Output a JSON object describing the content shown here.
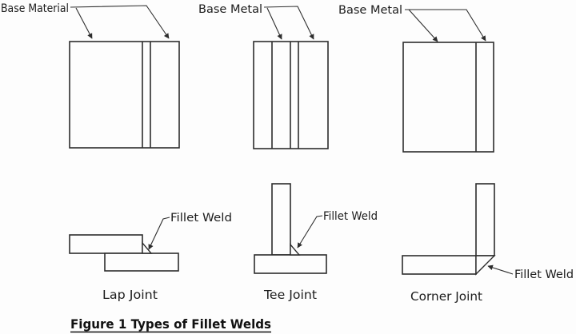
{
  "figure": {
    "caption": "Figure 1 Types of Fillet Welds"
  },
  "top_row": {
    "lap_base_label": "Base Material",
    "tee_base_label": "Base Metal",
    "corner_base_label": "Base Metal"
  },
  "bottom_row": {
    "lap": {
      "weld_label": "Fillet Weld",
      "joint_name": "Lap Joint"
    },
    "tee": {
      "weld_label": "Fillet Weld",
      "joint_name": "Tee Joint"
    },
    "corner": {
      "weld_label": "Fillet Weld",
      "joint_name": "Corner Joint"
    }
  },
  "colors": {
    "line": "#2d2d2d",
    "text": "#1c1c1c",
    "background": "#fdfdfd"
  }
}
